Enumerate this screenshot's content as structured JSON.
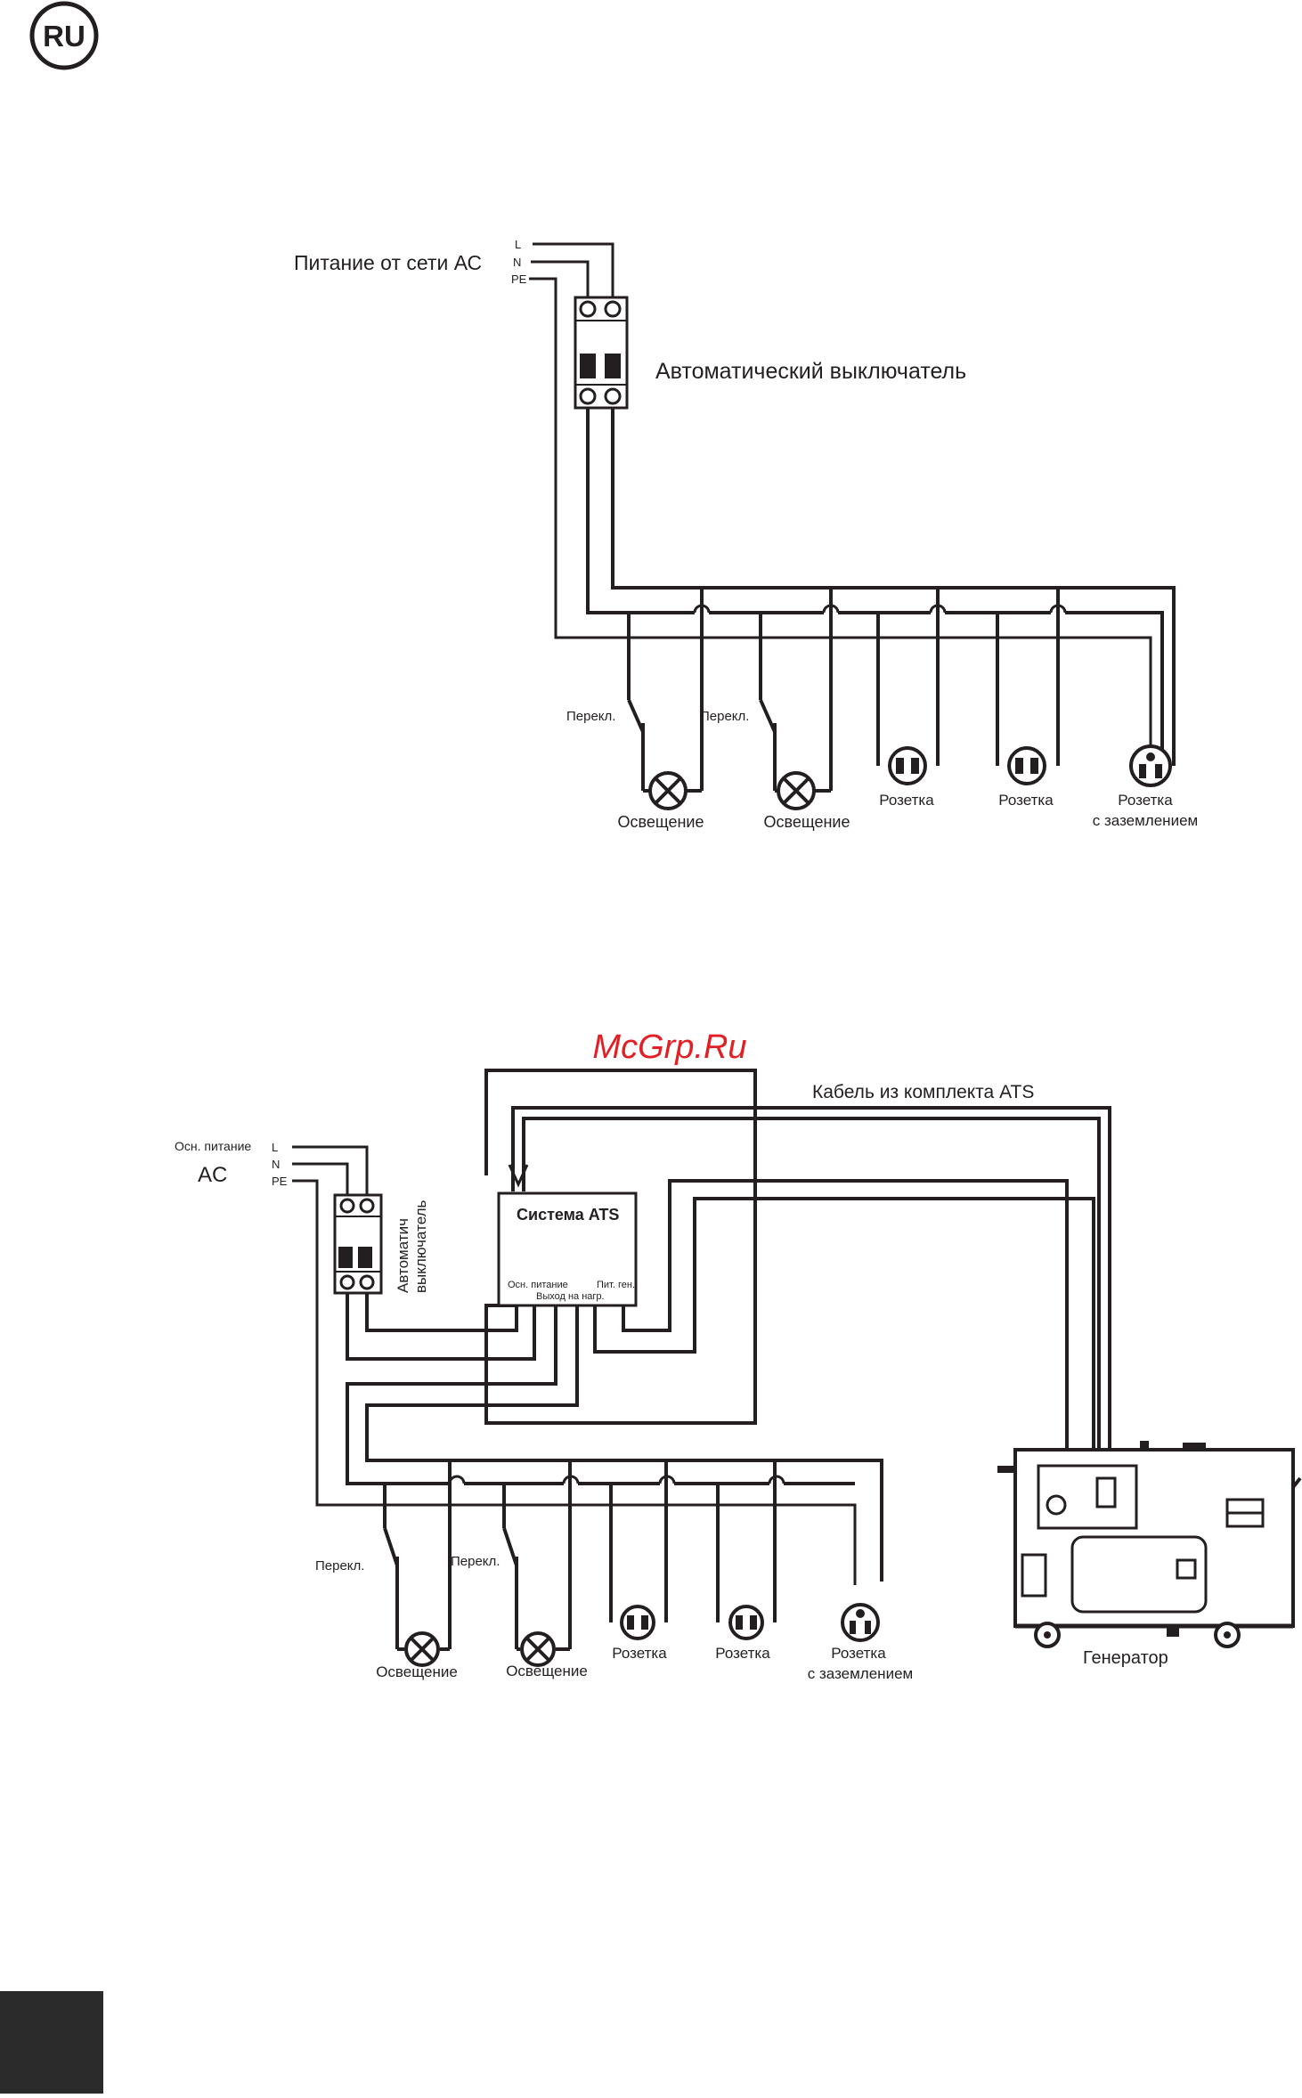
{
  "language_badge": "RU",
  "watermark": "McGrp.Ru",
  "colors": {
    "ink": "#231f20",
    "watermark": "#e31e24",
    "footer_block": "#2b2b2b"
  },
  "diagram1": {
    "supply_label": "Питание от сети АС",
    "wires": {
      "l": "L",
      "n": "N",
      "pe": "PE"
    },
    "breaker_label": "Автоматический выключатель",
    "switch_label": "Перекл.",
    "loads": [
      {
        "label": "Освещение",
        "icon": "lamp-icon"
      },
      {
        "label": "Освещение",
        "icon": "lamp-icon"
      },
      {
        "label": "Розетка",
        "icon": "socket-icon"
      },
      {
        "label": "Розетка",
        "icon": "socket-icon"
      },
      {
        "label_1": "Розетка",
        "label_2": "с заземлением",
        "icon": "grounded-socket-icon"
      }
    ]
  },
  "diagram2": {
    "supply_label": "Осн. питание",
    "supply_sub": "AC",
    "wires": {
      "l": "L",
      "n": "N",
      "pe": "PE"
    },
    "breaker_label_1": "Автоматич",
    "breaker_label_2": "выключатель",
    "cable_label": "Кабель из комплекта ATS",
    "ats": {
      "title": "Система ATS",
      "main_input": "Осн. питание",
      "gen_input": "Пит. ген.",
      "load_output": "Выход на нагр."
    },
    "switch_label_1": "Перекл.",
    "switch_label_2": "Перекл.",
    "generator_label": "Генератор",
    "loads": [
      {
        "label": "Освещение",
        "icon": "lamp-icon"
      },
      {
        "label": "Освещение",
        "icon": "lamp-icon"
      },
      {
        "label": "Розетка",
        "icon": "socket-icon"
      },
      {
        "label": "Розетка",
        "icon": "socket-icon"
      },
      {
        "label_1": "Розетка",
        "label_2": "с заземлением",
        "icon": "grounded-socket-icon"
      }
    ]
  }
}
